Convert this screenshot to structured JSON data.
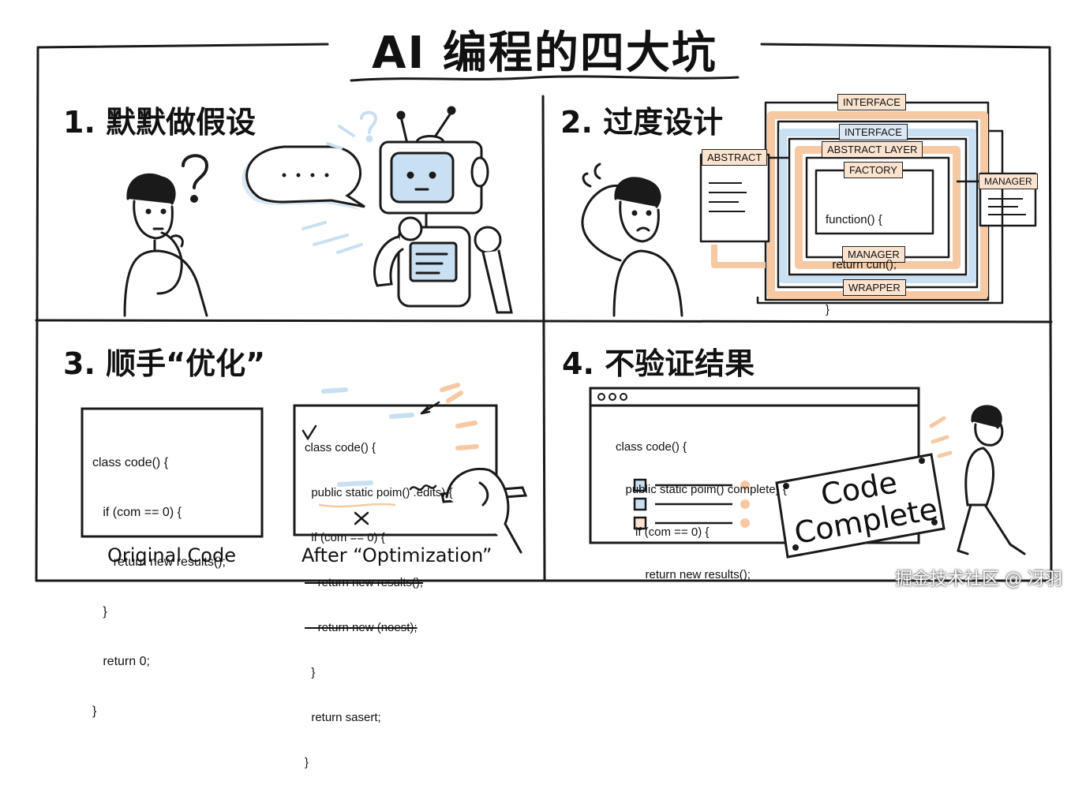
{
  "title": "AI 编程的四大坑",
  "panels": [
    {
      "title": "1. 默默做假设"
    },
    {
      "title": "2. 过度设计",
      "tags": [
        "INTERFACE",
        "INTERFACE",
        "ABSTRACT LAYER",
        "ABSTRACT",
        "FACTORY",
        "MANAGER",
        "MANAGER",
        "WRAPPER"
      ],
      "code": [
        "function() {",
        "  return cun();",
        "}"
      ]
    },
    {
      "title": "3. 顺手“优化”",
      "original_code": [
        "class code() {",
        "   if (com == 0) {",
        "      return new results();",
        "   }",
        "   return 0;",
        "}"
      ],
      "original_caption": "Original Code",
      "after_code": [
        "class code() {",
        "  public static poim() .edits) {",
        "  if (com == 0) {",
        "    return new results();",
        "    return new (noest);",
        "  }",
        "  return sasert;",
        "}"
      ],
      "after_caption": "After “Optimization”"
    },
    {
      "title": "4. 不验证结果",
      "code": [
        "class code() {",
        "   public static poim() complete) {",
        "      if (com == 0) {",
        "         return new results();"
      ],
      "stamp_line1": "Code",
      "stamp_line2": "Complete"
    }
  ],
  "watermark": "掘金技术社区 @ 冴羽",
  "colors": {
    "ink": "#1a1a1a",
    "blue": "#c9dff2",
    "orange": "#f6c9a3",
    "paper": "#ffffff"
  }
}
